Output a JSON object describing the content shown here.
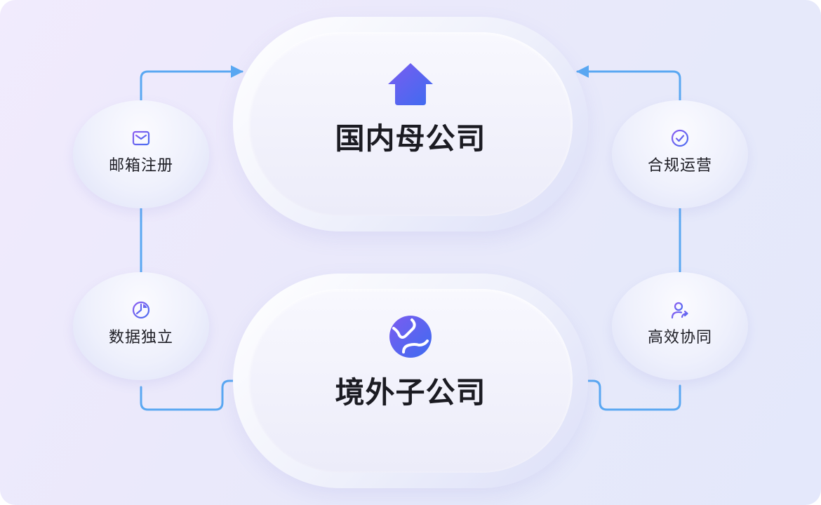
{
  "diagram": {
    "parent_company": {
      "title": "国内母公司",
      "icon": "house-icon"
    },
    "subsidiary": {
      "title": "境外子公司",
      "icon": "globe-icon"
    },
    "features": {
      "email": {
        "label": "邮箱注册",
        "icon": "envelope-icon"
      },
      "data": {
        "label": "数据独立",
        "icon": "pie-chart-icon"
      },
      "compliance": {
        "label": "合规运营",
        "icon": "check-circle-icon"
      },
      "collaboration": {
        "label": "高效协同",
        "icon": "user-share-icon"
      }
    },
    "colors": {
      "connector": "#5aa8f2",
      "icon_gradient_start": "#7b5cf0",
      "icon_gradient_end": "#3d6cf0"
    }
  }
}
